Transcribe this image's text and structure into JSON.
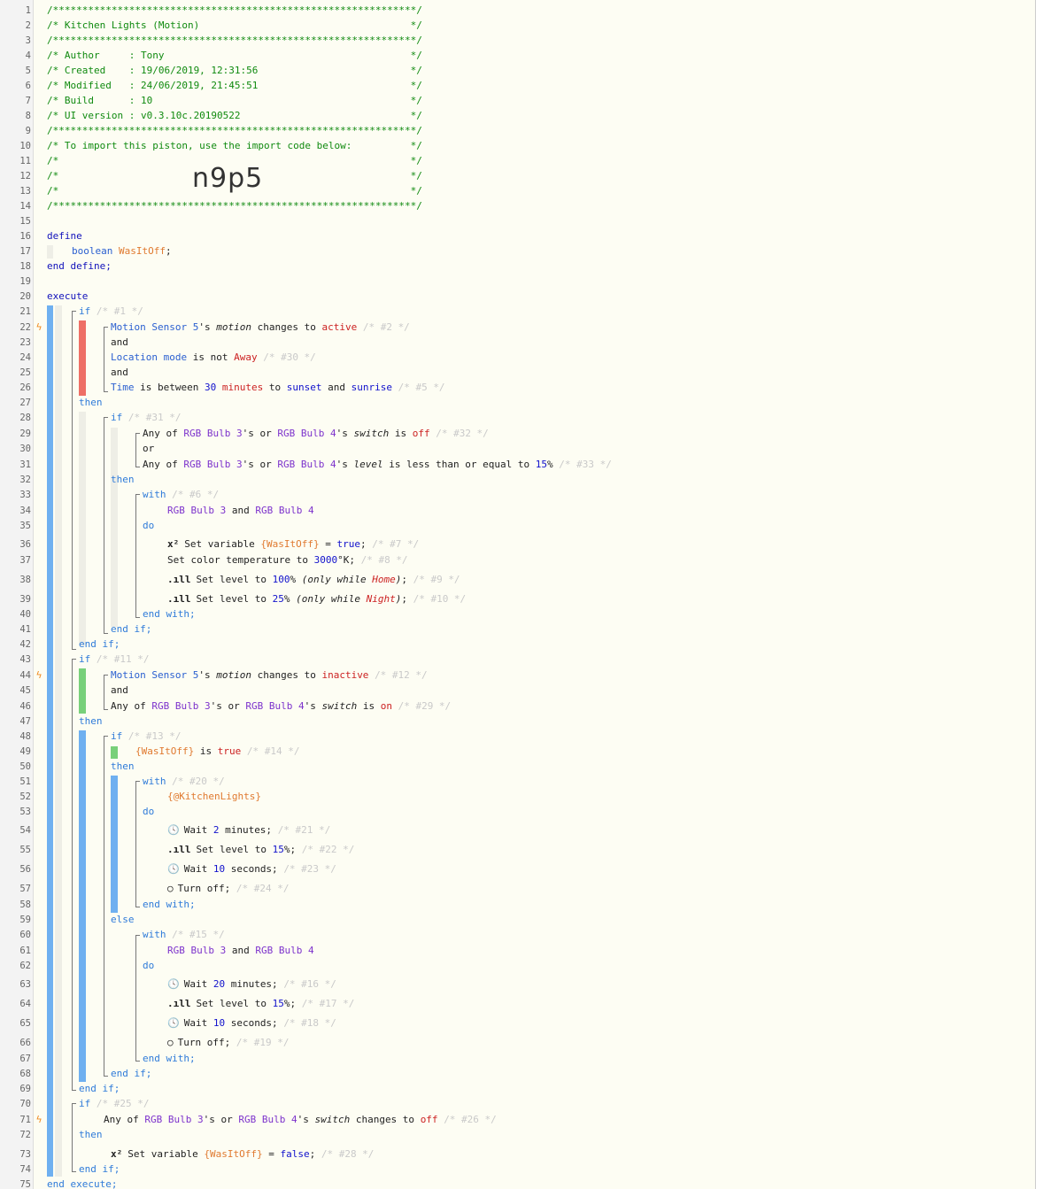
{
  "header": {
    "border": "/**************************************************************/",
    "title": "/* Kitchen Lights (Motion)                                    */",
    "author": "/* Author     : Tony                                          */",
    "created": "/* Created    : 19/06/2019, 12:31:56                          */",
    "modified": "/* Modified   : 24/06/2019, 21:45:51                          */",
    "build": "/* Build      : 10                                            */",
    "ui_version": "/* UI version : v0.3.10c.20190522                             */",
    "import_note": "/* To import this piston, use the import code below:          */",
    "empty": "/*                                                            */",
    "import_code": "n9p5"
  },
  "code": {
    "define": "define",
    "boolean": "boolean",
    "was_it_off": "WasItOff",
    "semicolon": ";",
    "end_define": "end define;",
    "execute": "execute",
    "end_execute": "end execute;",
    "if": "if",
    "then": "then",
    "else": "else",
    "end_if": "end if;",
    "with": "with",
    "do": "do",
    "end_with": "end with;",
    "and": "and",
    "or": "or"
  },
  "labels": {
    "c1": "/* #1 */",
    "c2": "/* #2 */",
    "c30": "/* #30 */",
    "c5": "/* #5 */",
    "c31": "/* #31 */",
    "c32": "/* #32 */",
    "c33": "/* #33 */",
    "c6": "/* #6 */",
    "c7": "/* #7 */",
    "c8": "/* #8 */",
    "c9": "/* #9 */",
    "c10": "/* #10 */",
    "c11": "/* #11 */",
    "c12": "/* #12 */",
    "c29": "/* #29 */",
    "c13": "/* #13 */",
    "c14": "/* #14 */",
    "c20": "/* #20 */",
    "c21": "/* #21 */",
    "c22": "/* #22 */",
    "c23": "/* #23 */",
    "c24": "/* #24 */",
    "c15": "/* #15 */",
    "c16": "/* #16 */",
    "c17": "/* #17 */",
    "c18": "/* #18 */",
    "c19": "/* #19 */",
    "c25": "/* #25 */",
    "c26": "/* #26 */",
    "c28": "/* #28 */"
  },
  "lines": {
    "count": 75
  }
}
